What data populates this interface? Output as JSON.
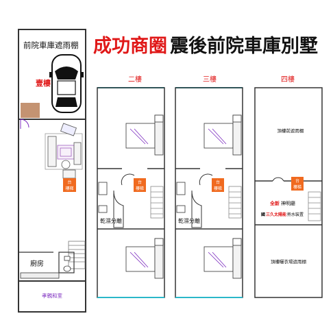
{
  "title": {
    "red": "成功商圈",
    "black": "震後前院車庫別墅"
  },
  "plan1": {
    "header": "前院車庫遮雨棚",
    "floor": "壹樓",
    "kitchen": "廚房",
    "tatami": "孝親和室",
    "stair_tag_top": "台",
    "stair_tag_bottom": "樓梯"
  },
  "plan2": {
    "label": "二樓",
    "divider": "乾濕分離",
    "stair_tag_top": "台",
    "stair_tag_bottom": "樓梯"
  },
  "plan3": {
    "label": "三樓",
    "divider": "乾濕分離",
    "stair_tag_top": "台",
    "stair_tag_bottom": "樓梯"
  },
  "plan4": {
    "label": "四樓",
    "top_note": "頂樓前遮雨棚",
    "shrine_prefix": "全新",
    "shrine": "神明廳",
    "solar_prefix": "國",
    "solar_brand": "三久太陽能",
    "solar_suffix": "熱水裝置",
    "bottom_note": "頂樓曬衣場遮雨棚",
    "stair_tag_top": "台",
    "stair_tag_bottom": "樓梯"
  },
  "colors": {
    "red": "#e01818",
    "tag": "#f06a1f",
    "wall": "#333333",
    "cyan": "#2ab7c9",
    "tatami": "#7c2bbf",
    "brown": "#c49372"
  }
}
